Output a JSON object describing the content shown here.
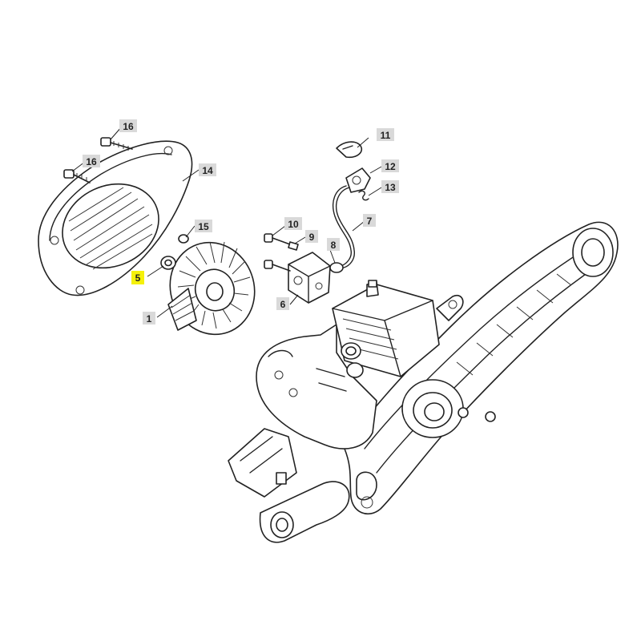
{
  "diagram": {
    "highlight_color": "#f5f10a",
    "label_box_color": "#d9d9d9",
    "callouts": [
      {
        "id": "1",
        "text": "1"
      },
      {
        "id": "5",
        "text": "5",
        "highlighted": true
      },
      {
        "id": "6",
        "text": "6"
      },
      {
        "id": "7",
        "text": "7"
      },
      {
        "id": "8",
        "text": "8"
      },
      {
        "id": "9",
        "text": "9"
      },
      {
        "id": "10",
        "text": "10"
      },
      {
        "id": "11",
        "text": "11"
      },
      {
        "id": "12",
        "text": "12"
      },
      {
        "id": "13",
        "text": "13"
      },
      {
        "id": "14",
        "text": "14"
      },
      {
        "id": "15",
        "text": "15"
      },
      {
        "id": "16a",
        "text": "16"
      },
      {
        "id": "16b",
        "text": "16"
      }
    ]
  }
}
